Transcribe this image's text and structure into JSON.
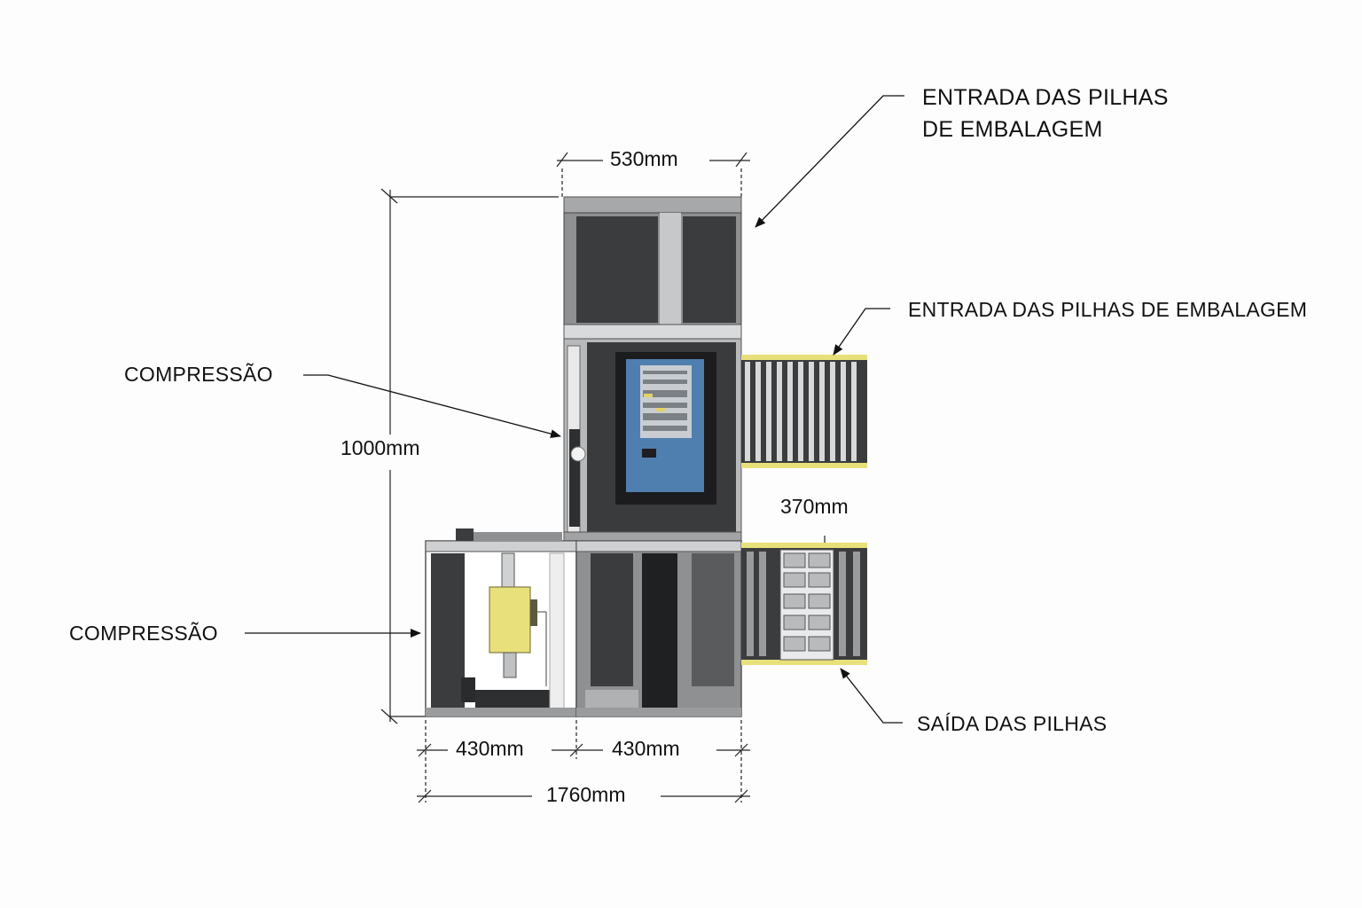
{
  "labels": {
    "top_right": {
      "line1": "ENTRADA DAS PILHAS",
      "line2": "DE EMBALAGEM"
    },
    "mid_right": "ENTRADA DAS PILHAS DE EMBALAGEM",
    "compression_upper": "COMPRESSÃO",
    "compression_lower": "COMPRESSÃO",
    "exit": "SAÍDA DAS PILHAS"
  },
  "dimensions": {
    "top_width": "530mm",
    "height": "1000mm",
    "conveyor_gap": "370mm",
    "left_module": "430mm",
    "right_module": "430mm",
    "total_width": "1760mm"
  },
  "colors": {
    "frame_dark": "#3a3b3d",
    "frame_grey": "#9a9b9d",
    "screen_blue": "#4f7fae",
    "accent_yellow": "#e8e07a"
  }
}
